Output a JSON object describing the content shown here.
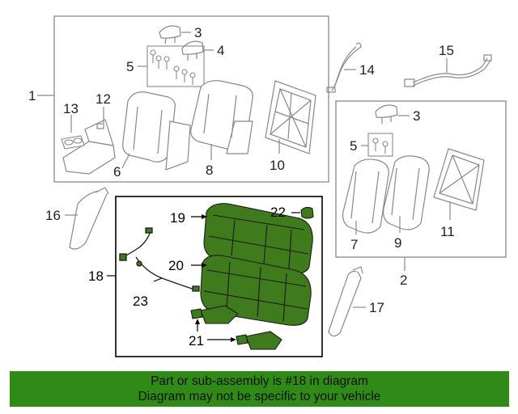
{
  "callouts": {
    "c1": "1",
    "c2": "2",
    "c3a": "3",
    "c3b": "3",
    "c4": "4",
    "c5a": "5",
    "c5b": "5",
    "c6": "6",
    "c7": "7",
    "c8": "8",
    "c9": "9",
    "c10": "10",
    "c11": "11",
    "c12": "12",
    "c13": "13",
    "c14": "14",
    "c15": "15",
    "c16": "16",
    "c17": "17",
    "c18": "18",
    "c19": "19",
    "c20": "20",
    "c21": "21",
    "c22": "22",
    "c23": "23"
  },
  "colors": {
    "highlight": "#2f8a18",
    "part_fill": "#3f7a1c",
    "line": "#777777",
    "frame": "#000000"
  },
  "banner": {
    "line1": "Part or sub-assembly is #18 in diagram",
    "line2": "Diagram may not be specific to your vehicle"
  }
}
